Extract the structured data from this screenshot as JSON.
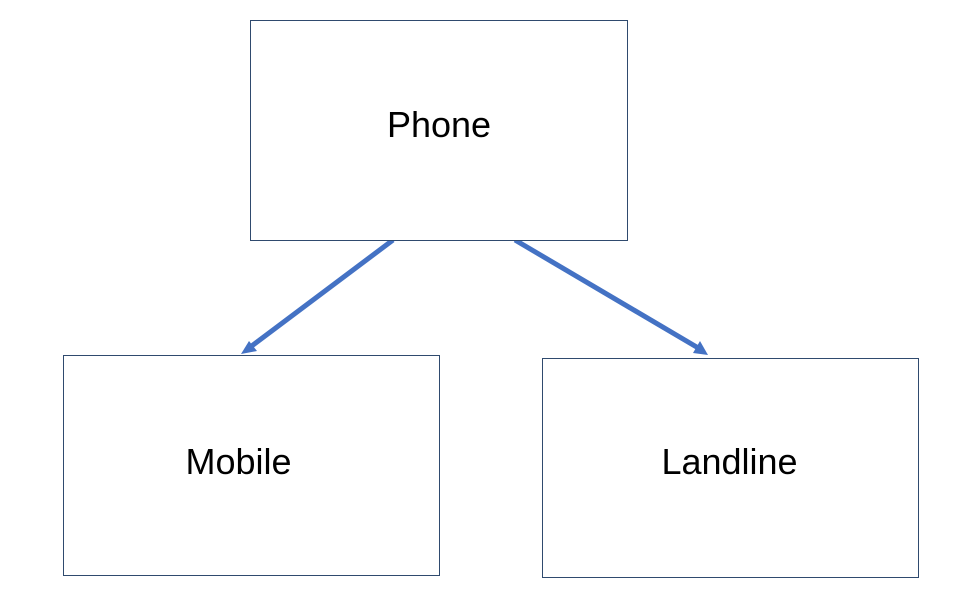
{
  "diagram": {
    "nodes": {
      "phone": {
        "label": "Phone"
      },
      "mobile": {
        "label": "Mobile"
      },
      "landline": {
        "label": "Landline"
      }
    },
    "edges": [
      {
        "from": "Phone",
        "to": "Mobile"
      },
      {
        "from": "Phone",
        "to": "Landline"
      }
    ],
    "colors": {
      "arrow": "#4472C4",
      "box_border": "#2F4A6E",
      "text": "#000000",
      "background": "#FFFFFF"
    }
  }
}
